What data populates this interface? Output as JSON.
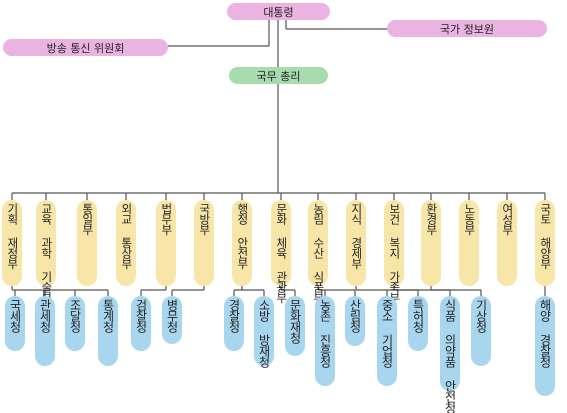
{
  "president": "대통령",
  "broadcast_commission": "방송 통신 위원회",
  "intelligence_service": "국가 정보원",
  "prime_minister": "국무 총리",
  "ministries": [
    "기획 재정부",
    "교육 과학 기술부",
    "통일부",
    "외교 통상부",
    "법무부",
    "국방부",
    "행정 안전부",
    "문화 체육 관광부",
    "농림 수산 식품부",
    "지식 경제부",
    "보건 복지 가족부",
    "환경부",
    "노동부",
    "여성부",
    "국토 해양부"
  ],
  "agencies": [
    "국세청",
    "관세청",
    "조달청",
    "통계청",
    "검찰청",
    "병무청",
    "경찰청",
    "소방 방재청",
    "문화재청",
    "농촌 진흥청",
    "산림청",
    "중소 기업청",
    "특허청",
    "식품 의약품 안전청",
    "기상청",
    "해양 경찰청"
  ],
  "colors": {
    "pink": "#ebb3e2",
    "green": "#a8dcae",
    "ministry": "#f8e6a9",
    "agency": "#a9d6ef",
    "line": "#555555"
  }
}
